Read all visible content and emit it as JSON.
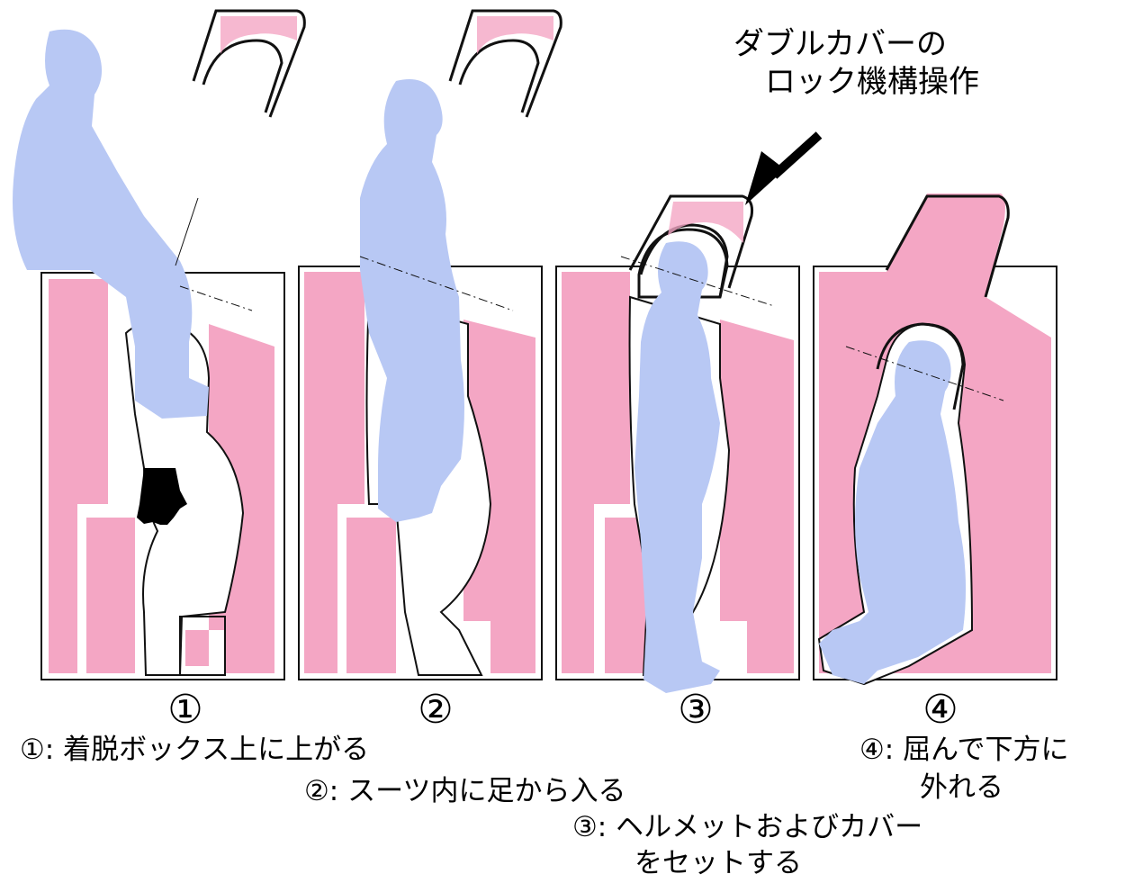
{
  "callout": {
    "line1": "ダブルカバーの",
    "line2": "ロック機構操作"
  },
  "panels": [
    {
      "number": "①"
    },
    {
      "number": "②"
    },
    {
      "number": "③"
    },
    {
      "number": "④"
    }
  ],
  "steps": [
    {
      "lines": [
        "①: 着脱ボックス上に上がる"
      ]
    },
    {
      "lines": [
        "②: スーツ内に足から入る"
      ]
    },
    {
      "lines": [
        "③: ヘルメットおよびカバー",
        "をセットする"
      ]
    },
    {
      "lines": [
        "④: 屈んで下方に",
        "外れる"
      ]
    }
  ],
  "colors": {
    "box_fill": "#f4a6c4",
    "figure_fill": "#b8c8f4",
    "outline": "#111111",
    "glove": "#000000"
  }
}
